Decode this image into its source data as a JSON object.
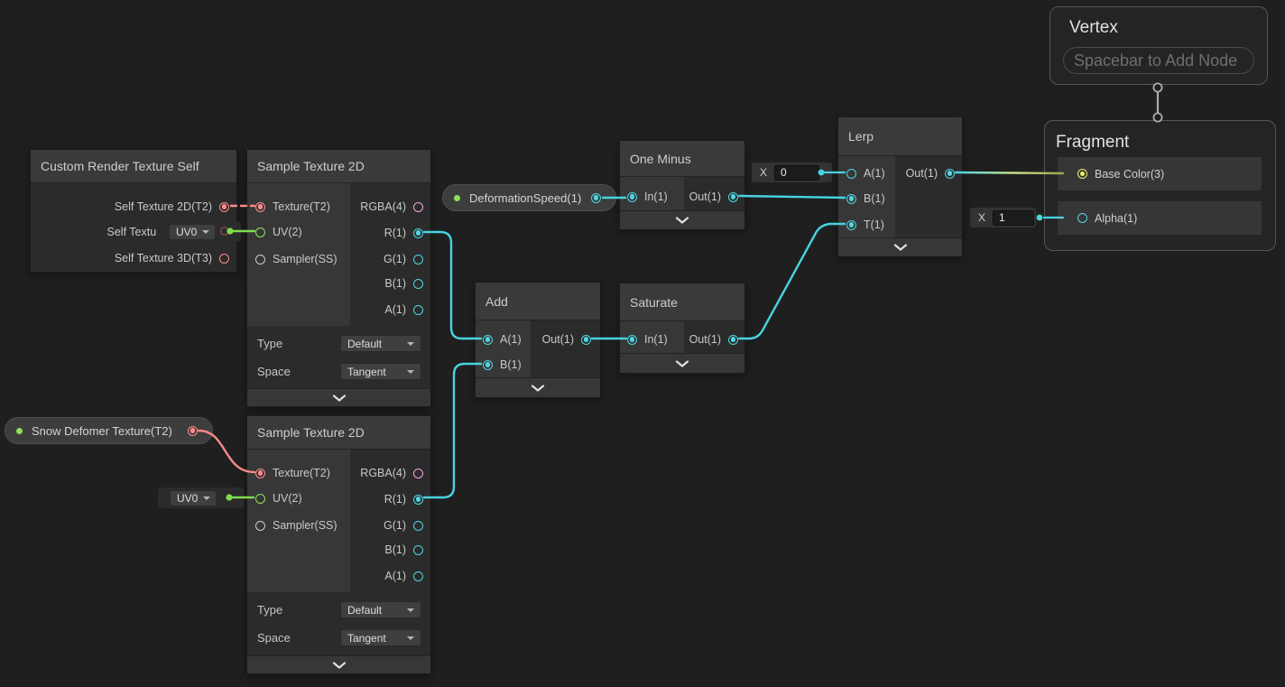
{
  "graph": {
    "colors": {
      "vector1": "#4fd6e3",
      "vector2": "#8ce25a",
      "vector3": "#eef06e",
      "vector4": "#f6a3e2",
      "texture2d": "#ff8b8b",
      "sampler": "#cccccc",
      "wire": "#48d3e0",
      "wire-green": "#7fdd4f",
      "wire-red": "#f98a8a",
      "property-dot": "#8ce25a",
      "stack-link": "#ababab"
    },
    "nodes": {
      "crts": {
        "title": "Custom Render Texture Self",
        "outputs": [
          "Self Texture 2D(T2)",
          "Self Texture Cube(C)",
          "Self Texture 3D(T3)"
        ]
      },
      "sample1": {
        "title": "Sample Texture 2D",
        "inputs": [
          "Texture(T2)",
          "UV(2)",
          "Sampler(SS)"
        ],
        "outputs": [
          "RGBA(4)",
          "R(1)",
          "G(1)",
          "B(1)",
          "A(1)"
        ],
        "type_label": "Type",
        "type_value": "Default",
        "space_label": "Space",
        "space_value": "Tangent"
      },
      "sample2": {
        "title": "Sample Texture 2D",
        "inputs": [
          "Texture(T2)",
          "UV(2)",
          "Sampler(SS)"
        ],
        "outputs": [
          "RGBA(4)",
          "R(1)",
          "G(1)",
          "B(1)",
          "A(1)"
        ],
        "type_label": "Type",
        "type_value": "Default",
        "space_label": "Space",
        "space_value": "Tangent"
      },
      "one_minus": {
        "title": "One Minus",
        "input": "In(1)",
        "output": "Out(1)"
      },
      "add": {
        "title": "Add",
        "input_a": "A(1)",
        "input_b": "B(1)",
        "output": "Out(1)"
      },
      "saturate": {
        "title": "Saturate",
        "input": "In(1)",
        "output": "Out(1)"
      },
      "lerp": {
        "title": "Lerp",
        "input_a": "A(1)",
        "input_b": "B(1)",
        "input_t": "T(1)",
        "output": "Out(1)"
      },
      "vertex": {
        "title": "Vertex",
        "placeholder": "Spacebar to Add Node"
      },
      "fragment": {
        "title": "Fragment",
        "inputs": [
          "Base Color(3)",
          "Alpha(1)"
        ]
      }
    },
    "pills": {
      "deformation_speed": "DeformationSpeed(1)",
      "snow_deformer": "Snow Defomer Texture(T2)"
    },
    "inline_values": {
      "uv_a": "UV0",
      "uv_b": "UV0",
      "x_label": "X",
      "x0": "0",
      "x1": "1"
    }
  }
}
